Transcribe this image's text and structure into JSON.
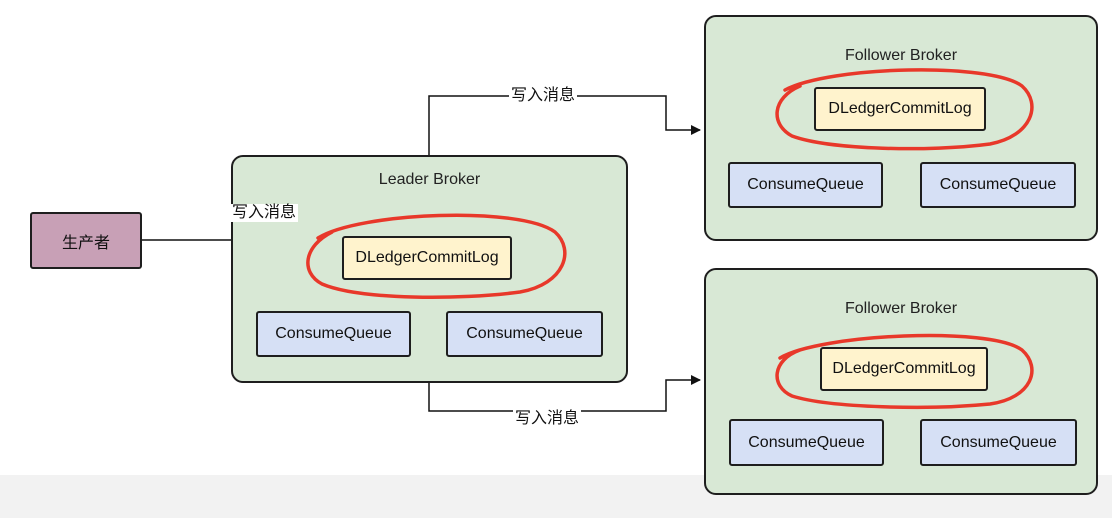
{
  "producer": {
    "label": "生产者"
  },
  "leader": {
    "title": "Leader Broker",
    "commitlog": "DLedgerCommitLog",
    "queue_left": "ConsumeQueue",
    "queue_right": "ConsumeQueue"
  },
  "follower_top": {
    "title": "Follower Broker",
    "commitlog": "DLedgerCommitLog",
    "queue_left": "ConsumeQueue",
    "queue_right": "ConsumeQueue"
  },
  "follower_bottom": {
    "title": "Follower Broker",
    "commitlog": "DLedgerCommitLog",
    "queue_left": "ConsumeQueue",
    "queue_right": "ConsumeQueue"
  },
  "edges": {
    "producer_to_leader": "写入消息",
    "leader_to_follower_top": "写入消息",
    "leader_to_follower_bottom": "写入消息"
  },
  "colors": {
    "broker_fill": "#d8e8d5",
    "commitlog_fill": "#fff3cd",
    "queue_fill": "#d6e0f5",
    "producer_fill": "#c8a0b6",
    "highlight_ring": "#e8382a"
  }
}
